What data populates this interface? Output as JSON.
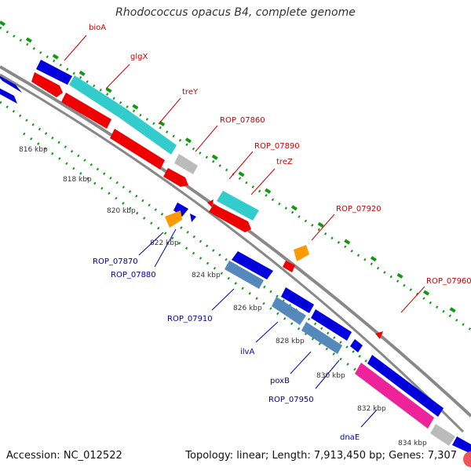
{
  "title": "Rhodococcus opacus B4, complete genome",
  "footer": {
    "accession": "Accession: NC_012522",
    "summary": "Topology: linear; Length: 7,913,450 bp; Genes: 7,307"
  },
  "colors": {
    "forward_gene": "#0000dd",
    "reverse_gene": "#ee0000",
    "teal_gene": "#33cccc",
    "steel_gene": "#5588bb",
    "orange_gene": "#ff9900",
    "pink_gene": "#ee2299",
    "grey_gene": "#bbbbbb",
    "backbone": "#888888",
    "dots": "#119911",
    "red_label": "#cc0000",
    "blue_label": "#0000aa"
  },
  "ticks": [
    "816 kbp",
    "818 kbp",
    "820 kbp",
    "822 kbp",
    "824 kbp",
    "826 kbp",
    "828 kbp",
    "830 kbp",
    "832 kbp",
    "834 kbp"
  ],
  "labels": {
    "upper": [
      "bioA",
      "glgX",
      "treY",
      "ROP_07860",
      "ROP_07890",
      "treZ",
      "ROP_07920",
      "ROP_07960"
    ],
    "lower": [
      "ROP_07870",
      "ROP_07880",
      "ROP_07910",
      "ilvA",
      "poxB",
      "ROP_07950",
      "dnaE"
    ]
  }
}
